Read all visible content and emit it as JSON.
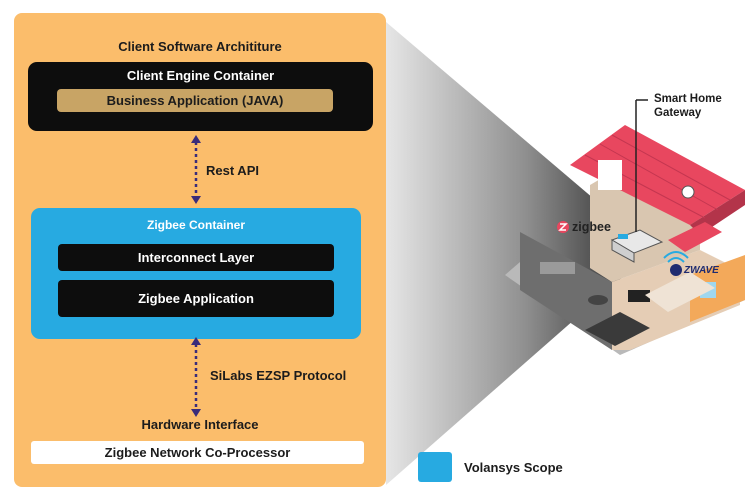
{
  "diagram": {
    "panel_title": "Client Software Archititure",
    "client_engine": {
      "title": "Client Engine Container",
      "business_app": "Business Application (JAVA)"
    },
    "rest_api": "Rest API",
    "zigbee_container": {
      "title": "Zigbee Container",
      "interconnect": "Interconnect Layer",
      "application": "Zigbee Application"
    },
    "ezsp": "SiLabs EZSP Protocol",
    "hardware_interface": "Hardware Interface",
    "coprocessor": "Zigbee Network Co-Processor"
  },
  "house": {
    "gateway_label": "Smart Home\nGateway",
    "zigbee_logo": "zigbee",
    "zwave_logo": "ZWAVE"
  },
  "legend": {
    "label": "Volansys Scope",
    "color": "#27aae1"
  },
  "colors": {
    "panel": "#fbbd6b",
    "blue": "#27aae1",
    "arrow": "#3a2c7a",
    "roof": "#e8475f"
  }
}
